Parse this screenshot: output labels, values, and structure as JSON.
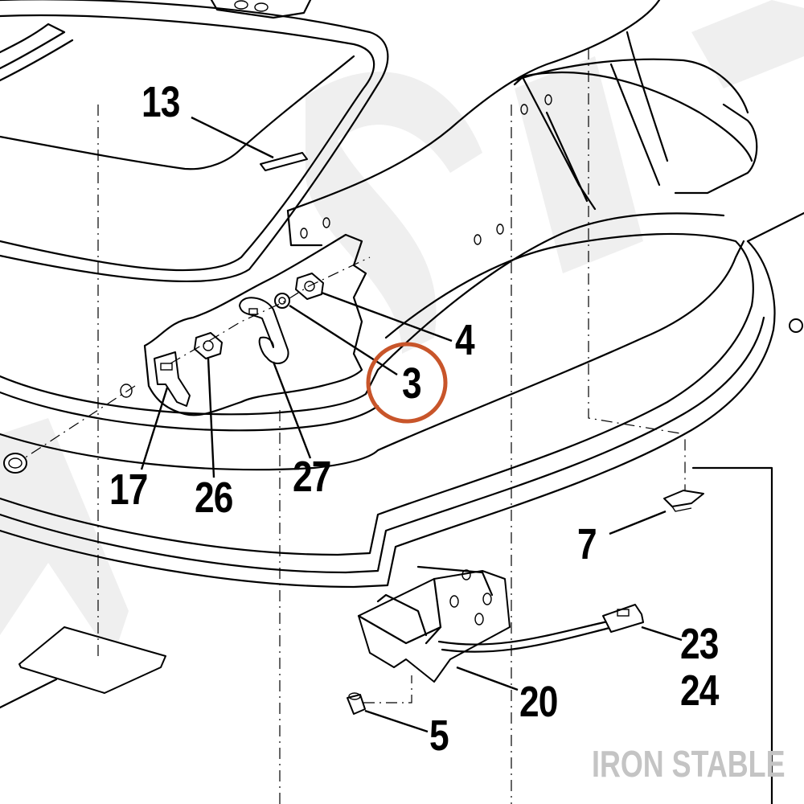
{
  "callouts": [
    {
      "id": "13",
      "label": "13"
    },
    {
      "id": "4",
      "label": "4"
    },
    {
      "id": "3",
      "label": "3"
    },
    {
      "id": "17",
      "label": "17"
    },
    {
      "id": "26",
      "label": "26"
    },
    {
      "id": "27",
      "label": "27"
    },
    {
      "id": "7",
      "label": "7"
    },
    {
      "id": "23",
      "label": "23"
    },
    {
      "id": "24",
      "label": "24"
    },
    {
      "id": "20",
      "label": "20"
    },
    {
      "id": "5",
      "label": "5"
    }
  ],
  "highlight": {
    "target": "3",
    "color": "#c8552a"
  },
  "watermark": {
    "text": "IRON STABLE",
    "color": "#c4c4c4"
  },
  "colors": {
    "line": "#000000",
    "background": "#ffffff",
    "ghost": "#efefef"
  }
}
